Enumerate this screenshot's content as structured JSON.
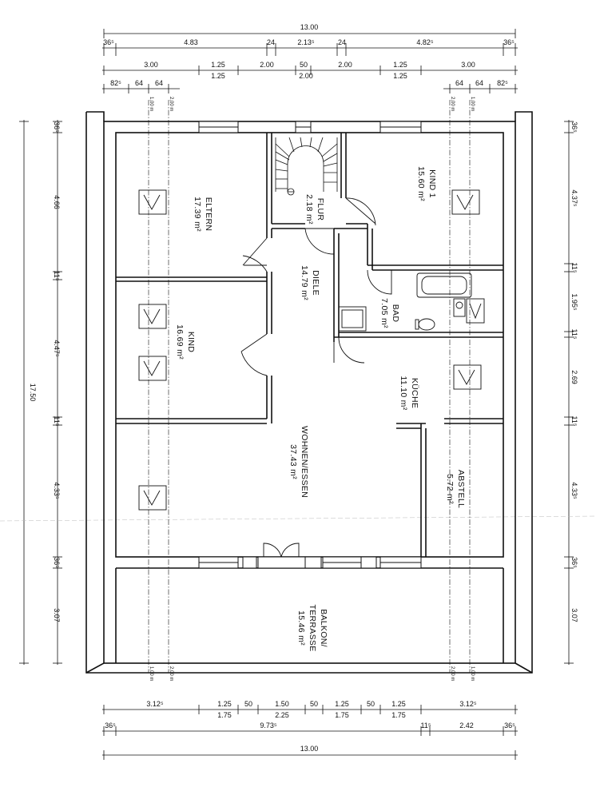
{
  "top_dims": {
    "overall": "13.00",
    "row1": [
      "36⁵",
      "4.83",
      "24",
      "2.13⁵",
      "24",
      "4.82⁵",
      "36⁵"
    ],
    "row2": [
      "3.00",
      "1.25",
      "2.00",
      "50",
      "2.00",
      "1.25",
      "3.00"
    ],
    "row2_under": [
      "1.25",
      "2.00",
      "1.25"
    ],
    "row3_left": [
      "82⁵",
      "64",
      "64"
    ],
    "row3_right": [
      "64",
      "64",
      "82⁵"
    ]
  },
  "bottom_dims": {
    "row1": [
      "3.12⁵",
      "1.25",
      "50",
      "1.50",
      "50",
      "1.25",
      "50",
      "1.25",
      "3.12⁵"
    ],
    "row1_under": [
      "1.75",
      "2.25",
      "1.75",
      "1.75"
    ],
    "row2": [
      "36⁵",
      "9.73⁵",
      "11⁵",
      "2.42",
      "36⁵"
    ],
    "overall": "13.00"
  },
  "left_dims": {
    "overall": "17.50",
    "segments": [
      "36⁵",
      "4.66",
      "11⁵",
      "4.47⁵",
      "11⁵",
      "4.33⁵",
      "36⁵",
      "3.07"
    ]
  },
  "right_dims": {
    "segments": [
      "36⁵",
      "4.37⁵",
      "11⁵",
      "1.95⁵",
      "11⁵",
      "2.69",
      "11⁵",
      "4.33⁵",
      "36⁵",
      "3.07"
    ]
  },
  "height_marks": {
    "h1": "1,00 m",
    "h2": "2,00 m"
  },
  "rooms": [
    {
      "id": "eltern",
      "name": "ELTERN",
      "area": "17.39 m²"
    },
    {
      "id": "flur",
      "name": "FLUR",
      "area": "2.18 m²"
    },
    {
      "id": "kind1",
      "name": "KIND 1",
      "area": "15.60 m²"
    },
    {
      "id": "diele",
      "name": "DIELE",
      "area": "14.79 m²"
    },
    {
      "id": "bad",
      "name": "BAD",
      "area": "7.05 m²"
    },
    {
      "id": "kind",
      "name": "KIND",
      "area": "16.69 m²"
    },
    {
      "id": "kueche",
      "name": "KÜCHE",
      "area": "11.10 m²"
    },
    {
      "id": "wohnen",
      "name": "WOHNEN/ESSEN",
      "area": "37.43 m²"
    },
    {
      "id": "abstell",
      "name": "ABSTELL",
      "area": "5.72 m²"
    },
    {
      "id": "balkon",
      "name": "BALKON/",
      "name2": "TERRASSE",
      "area": "15.46 m²"
    }
  ]
}
